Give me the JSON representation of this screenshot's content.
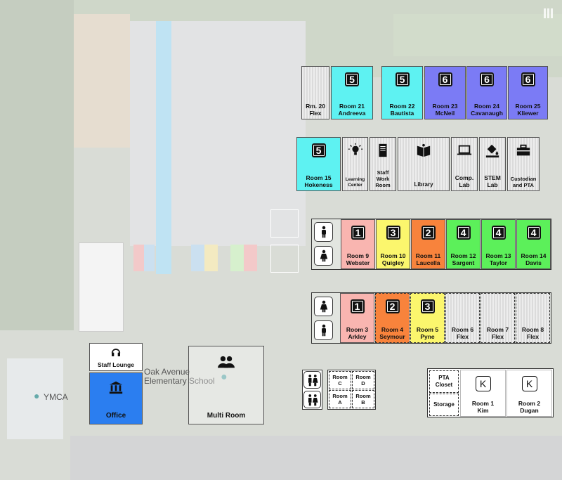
{
  "colors": {
    "grade1": "#f9b5b0",
    "grade2": "#f8833c",
    "grade3": "#fbf66d",
    "grade4": "#5cf05a",
    "grade5": "#5ef2f2",
    "grade6": "#7b7bf5",
    "office": "#2b7ef0",
    "neutral": "#e4e4e4"
  },
  "rooms": {
    "rm20": {
      "label": "Rm. 20\nFlex"
    },
    "r21": {
      "badge": "5",
      "label": "Room 21\nAndreeva"
    },
    "r22": {
      "badge": "5",
      "label": "Room 22\nBautista"
    },
    "r23": {
      "badge": "6",
      "label": "Room 23\nMcNeil"
    },
    "r24": {
      "badge": "6",
      "label": "Room 24\nCavanaugh"
    },
    "r25": {
      "badge": "6",
      "label": "Room 25\nKliewer"
    },
    "r15": {
      "badge": "5",
      "label": "Room 15\nHokeness"
    },
    "learning": {
      "icon": "lightbulb-icon",
      "label": "Learning\nCenter"
    },
    "staffwork": {
      "icon": "book-icon",
      "label": "Staff\nWork\nRoom"
    },
    "library": {
      "icon": "open-book-icon",
      "label": "Library"
    },
    "complab": {
      "icon": "laptop-icon",
      "label": "Comp.\nLab"
    },
    "stem": {
      "icon": "paint-bucket-icon",
      "label": "STEM\nLab"
    },
    "custodian": {
      "icon": "toolbox-icon",
      "label": "Custodian\nand PTA"
    },
    "r9": {
      "badge": "1",
      "label": "Room 9\nWebster"
    },
    "r10": {
      "badge": "3",
      "label": "Room 10\nQuigley"
    },
    "r11": {
      "badge": "2",
      "label": "Room 11\nLaucella"
    },
    "r12": {
      "badge": "4",
      "label": "Room 12\nSargent"
    },
    "r13": {
      "badge": "4",
      "label": "Room 13\nTaylor"
    },
    "r14": {
      "badge": "4",
      "label": "Room 14\nDavis"
    },
    "r3": {
      "badge": "1",
      "label": "Room 3\nArkley"
    },
    "r4": {
      "badge": "2",
      "label": "Room 4\nSeymour"
    },
    "r5": {
      "badge": "3",
      "label": "Room 5\nPyne"
    },
    "r6": {
      "label": "Room 6\nFlex"
    },
    "r7": {
      "label": "Room 7\nFlex"
    },
    "r8": {
      "label": "Room 8\nFlex"
    },
    "staffLounge": {
      "icon": "headphones-icon",
      "label": "Staff Lounge"
    },
    "office": {
      "icon": "bank-icon",
      "label": "Office"
    },
    "multi": {
      "icon": "people-icon",
      "label": "Multi Room"
    },
    "roomC": {
      "label": "Room\nC"
    },
    "roomD": {
      "label": "Room\nD"
    },
    "roomA": {
      "label": "Room\nA"
    },
    "roomB": {
      "label": "Room\nB"
    },
    "ptaCloset": {
      "label": "PTA\nCloset"
    },
    "storage": {
      "label": "Storage"
    },
    "r1": {
      "badge": "K",
      "label": "Room 1\nKim"
    },
    "r2": {
      "badge": "K",
      "label": "Room 2\nDugan"
    }
  },
  "map_labels": {
    "school": "Oak Avenue\nElementary School",
    "ymca": "YMCA"
  }
}
